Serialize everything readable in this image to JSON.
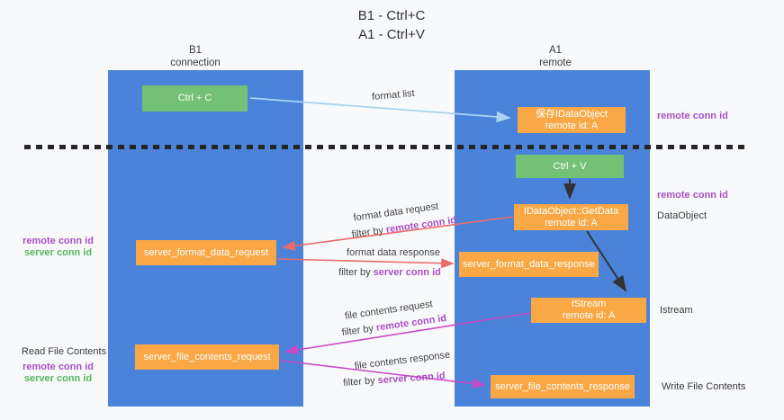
{
  "title": {
    "line1": "B1 - Ctrl+C",
    "line2": "A1 - Ctrl+V"
  },
  "columns": {
    "left": {
      "name": "B1",
      "role": "connection"
    },
    "right": {
      "name": "A1",
      "role": "remote"
    }
  },
  "boxes": {
    "ctrl_c": {
      "label": "Ctrl + C"
    },
    "save_dataobject": {
      "line1": "保存IDataObject",
      "line2": "remote id: A"
    },
    "ctrl_v": {
      "label": "Ctrl + V"
    },
    "getdata": {
      "line1": "IDataObject::GetData",
      "line2": "remote id: A"
    },
    "format_request": {
      "label": "server_format_data_request"
    },
    "format_response": {
      "label": "server_format_data_response"
    },
    "istream": {
      "line1": "IStream",
      "line2": "remote id: A"
    },
    "file_request": {
      "label": "server_file_contents_request"
    },
    "file_response": {
      "label": "server_file_contents_response"
    }
  },
  "arrow_labels": {
    "format_list": "format list",
    "format_request": {
      "line1": "format data request",
      "prefix": "filter by ",
      "key": "remote conn id"
    },
    "format_response": {
      "line1": "format data response",
      "prefix": "filter by ",
      "key": "server conn id"
    },
    "file_request": {
      "line1": "file contents request",
      "prefix": "filter by ",
      "key": "remote conn id"
    },
    "file_response": {
      "line1": "file contents response",
      "prefix": "filter by ",
      "key": "server conn id"
    }
  },
  "left_labels": {
    "format_group": {
      "remote": "remote conn id",
      "server": "server conn id"
    },
    "read_file": "Read File Contents",
    "file_group": {
      "remote": "remote conn id",
      "server": "server conn id"
    }
  },
  "right_labels": {
    "top_remote": "remote conn id",
    "mid_remote": "remote conn id",
    "dataobject": "DataObject",
    "istream": "Istream",
    "write_file": "Write File Contents"
  },
  "colors": {
    "background": "#f8f9fa",
    "column_blue": "#4a83d9",
    "box_orange": "#f9a845",
    "box_green": "#74c175",
    "purple_text": "#a94fc4",
    "green_text": "#55b85f",
    "red_arrow": "#ed6a6a",
    "magenta_arrow": "#c94ac9",
    "lightblue_arrow": "#a9d3ef",
    "black_arrow": "#333333"
  }
}
